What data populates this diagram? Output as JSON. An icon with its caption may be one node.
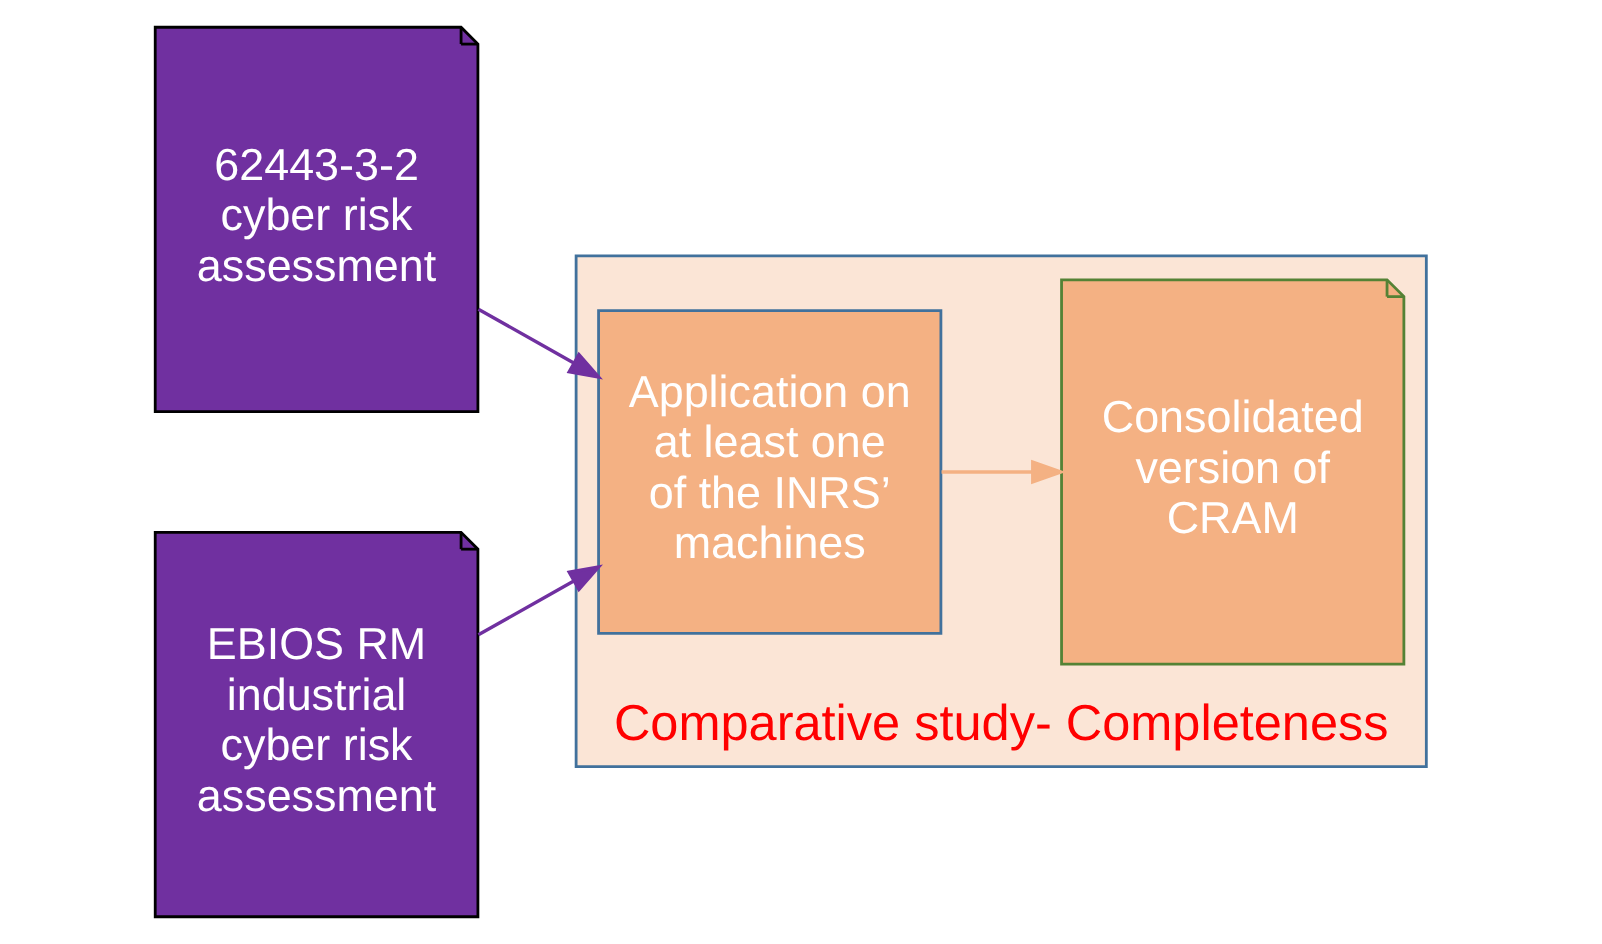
{
  "diagram": {
    "nodes": [
      {
        "text": [
          "62443-3-2 cyber risk assessment"
        ]
      },
      {
        "text": [
          "EBIOS RM industrial cyber risk assessment"
        ]
      },
      {
        "text": [
          "Comparative study- Completeness"
        ]
      },
      {
        "text": [
          "Application on at least one of the INRS’ machines"
        ],
        "in": 2
      },
      {
        "text": [
          "Consolidated version of CRAM"
        ],
        "in": 2
      }
    ],
    "edges": [
      {
        "from": 0,
        "to": 3,
        "arrow": "to"
      },
      {
        "from": 1,
        "to": 3,
        "arrow": "to"
      },
      {
        "from": 3,
        "to": 4,
        "arrow": "to",
        "color": "#f4b183"
      }
    ]
  }
}
